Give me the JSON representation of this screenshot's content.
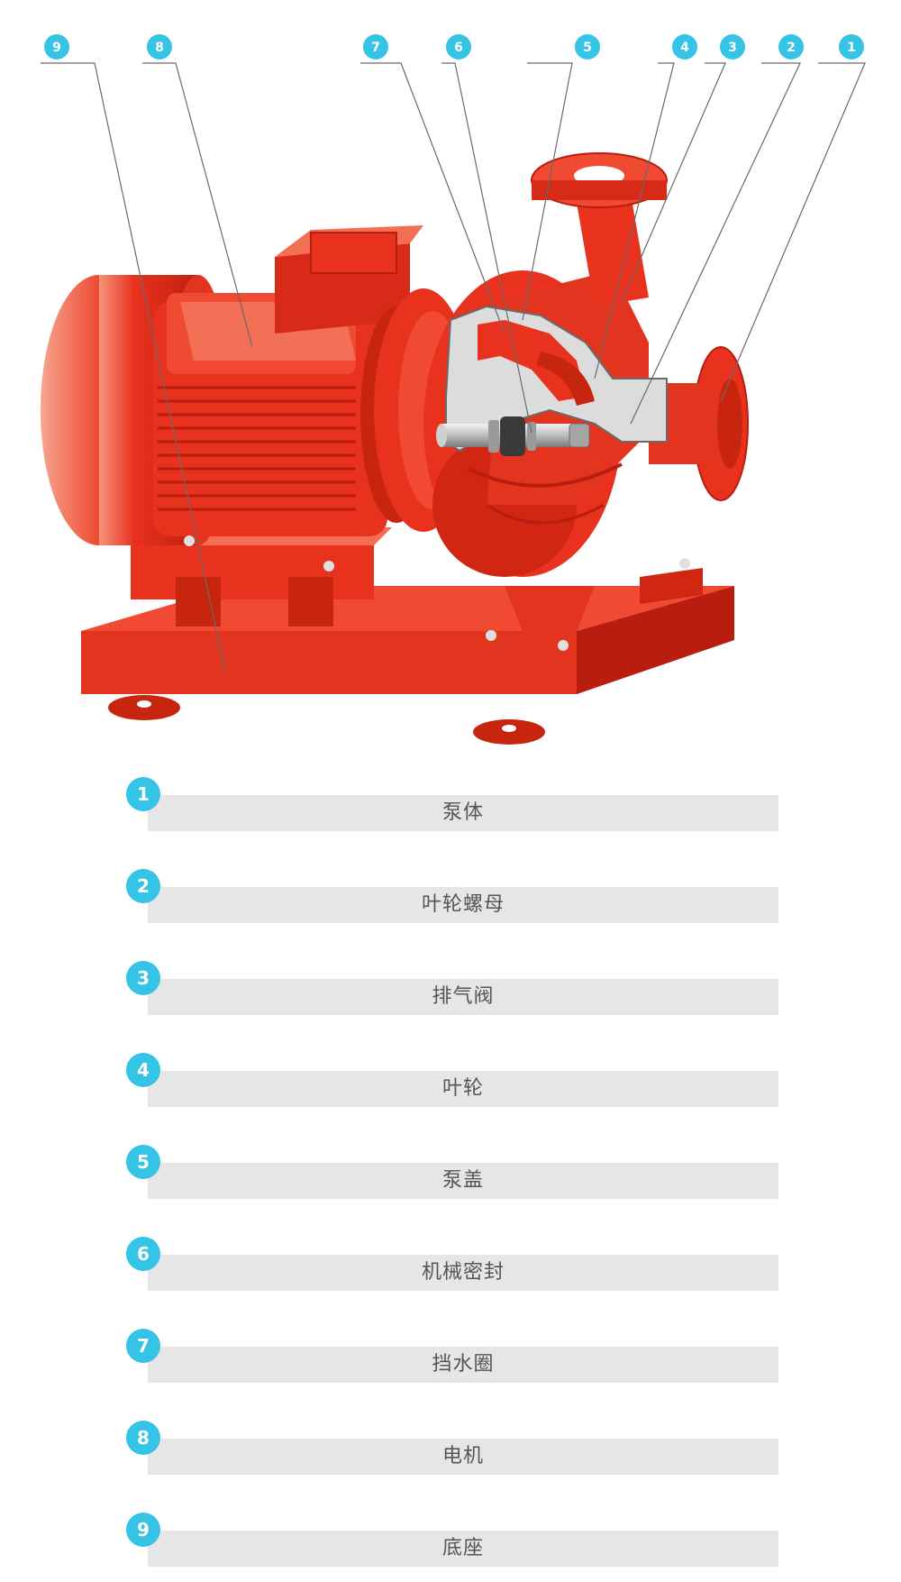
{
  "parts": [
    {
      "num": "1",
      "name": "泵体"
    },
    {
      "num": "2",
      "name": "叶轮螺母"
    },
    {
      "num": "3",
      "name": "排气阀"
    },
    {
      "num": "4",
      "name": "叶轮"
    },
    {
      "num": "5",
      "name": "泵盖"
    },
    {
      "num": "6",
      "name": "机械密封"
    },
    {
      "num": "7",
      "name": "挡水圈"
    },
    {
      "num": "8",
      "name": "电机"
    },
    {
      "num": "9",
      "name": "底座"
    }
  ],
  "colors": {
    "pump_red": "#e8321e",
    "pump_dark": "#b81d10",
    "pump_light": "#f57a5a",
    "accent_cyan": "#35c3e6",
    "label_bar": "#e6e6e6",
    "cutaway_gray": "#dcdcdc"
  }
}
